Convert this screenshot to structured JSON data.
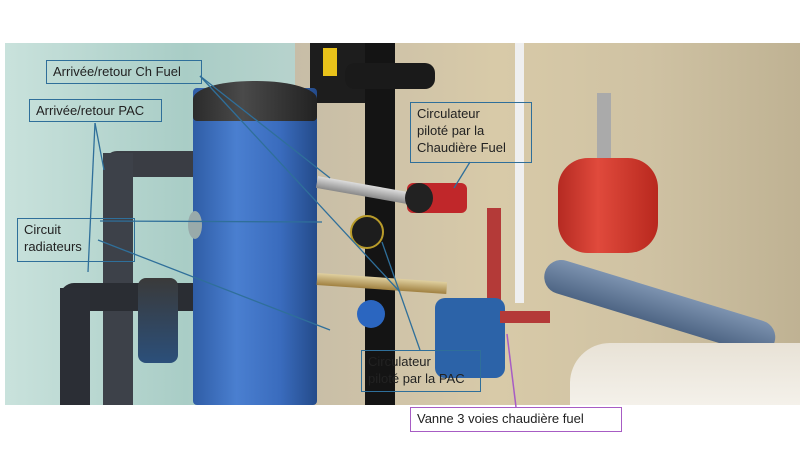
{
  "annotations": {
    "ch_fuel": "Arrivée/retour Ch Fuel",
    "pac": "Arrivée/retour PAC",
    "radiateurs_line1": "Circuit",
    "radiateurs_line2": "radiateurs",
    "circ_fuel_line1": "Circulateur",
    "circ_fuel_line2": "piloté par la",
    "circ_fuel_line3": "Chaudière Fuel",
    "circ_pac_line1": "Circulateur",
    "circ_pac_line2": "piloté par la PAC",
    "vanne": "Vanne 3 voies chaudière fuel"
  },
  "colors": {
    "callout_line": "#2f6f9a",
    "vanne_line": "#a75cc4"
  }
}
